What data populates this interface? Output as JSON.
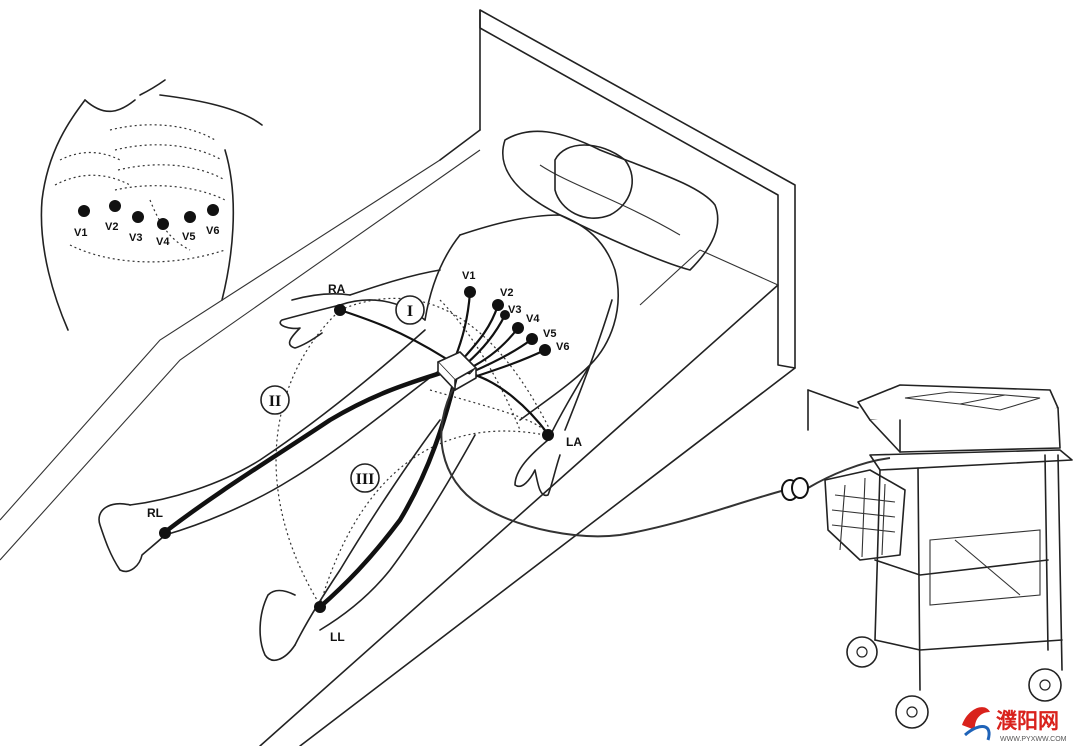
{
  "chest_inset": {
    "leads": [
      "V1",
      "V2",
      "V3",
      "V4",
      "V5",
      "V6"
    ]
  },
  "limb_leads": {
    "ra": "RA",
    "la": "LA",
    "rl": "RL",
    "ll": "LL"
  },
  "precordial_leads": [
    "V1",
    "V2",
    "V3",
    "V4",
    "V5",
    "V6"
  ],
  "einthoven_leads": {
    "lead_1": "I",
    "lead_2": "II",
    "lead_3": "III"
  },
  "watermark": {
    "text": "濮阳网",
    "url": "WWW.PYXWW.COM",
    "color": "#d9221c"
  }
}
